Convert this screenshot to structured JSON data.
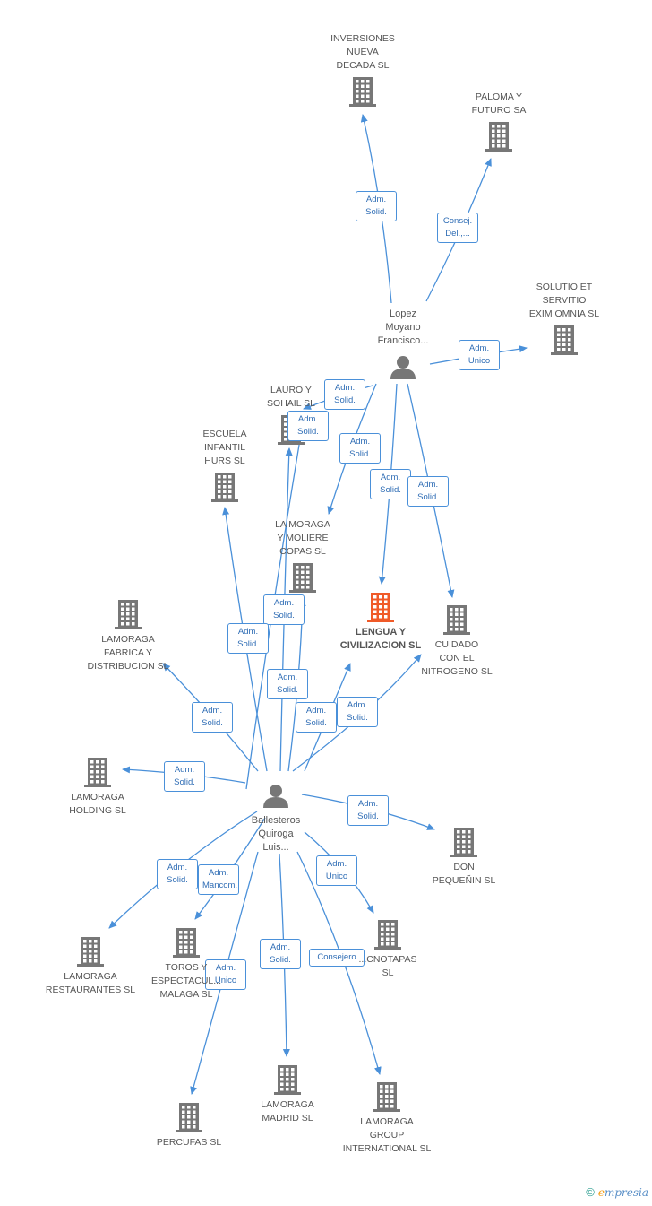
{
  "colors": {
    "edge": "#4a90d9",
    "building": "#777777",
    "main_building": "#f05a28",
    "person": "#777777"
  },
  "persons": [
    {
      "id": "lopez",
      "label": [
        "Lopez",
        "Moyano",
        "Francisco..."
      ]
    },
    {
      "id": "ballesteros",
      "label": [
        "Ballesteros",
        "Quiroga",
        "Luis..."
      ]
    }
  ],
  "companies": [
    {
      "id": "inversiones",
      "label": [
        "INVERSIONES",
        "NUEVA",
        "DECADA SL"
      ]
    },
    {
      "id": "paloma",
      "label": [
        "PALOMA Y",
        "FUTURO SA"
      ]
    },
    {
      "id": "solutio",
      "label": [
        "SOLUTIO ET",
        "SERVITIO",
        "EXIM OMNIA  SL"
      ]
    },
    {
      "id": "lauro",
      "label": [
        "LAURO Y",
        "SOHAIL SL"
      ]
    },
    {
      "id": "escuela",
      "label": [
        "ESCUELA",
        "INFANTIL",
        "HURS SL"
      ]
    },
    {
      "id": "lamoraga_moliere",
      "label": [
        "LA MORAGA",
        "Y MOLIERE",
        "COPAS SL"
      ]
    },
    {
      "id": "lengua",
      "label": [
        "LENGUA Y",
        "CIVILIZACION SL"
      ],
      "main": true
    },
    {
      "id": "cuidado",
      "label": [
        "CUIDADO",
        "CON EL",
        "NITROGENO SL"
      ]
    },
    {
      "id": "fabrica",
      "label": [
        "LAMORAGA",
        "FABRICA Y",
        "DISTRIBUCION SL"
      ]
    },
    {
      "id": "holding",
      "label": [
        "LAMORAGA",
        "HOLDING SL"
      ]
    },
    {
      "id": "don",
      "label": [
        "DON",
        "PEQUEÑIN SL"
      ]
    },
    {
      "id": "restaurantes",
      "label": [
        "LAMORAGA",
        "RESTAURANTES SL"
      ]
    },
    {
      "id": "toros",
      "label": [
        "TOROS Y",
        "ESPECTACUL...",
        "MALAGA  SL"
      ]
    },
    {
      "id": "cnotapas",
      "label": [
        "...CNOTAPAS",
        "SL"
      ]
    },
    {
      "id": "percufas",
      "label": [
        "PERCUFAS SL"
      ]
    },
    {
      "id": "madrid",
      "label": [
        "LAMORAGA",
        "MADRID SL"
      ]
    },
    {
      "id": "group",
      "label": [
        "LAMORAGA",
        "GROUP",
        "INTERNATIONAL SL"
      ]
    }
  ],
  "edges": [
    {
      "from": "lopez",
      "to": "inversiones",
      "label": [
        "Adm.",
        "Solid."
      ]
    },
    {
      "from": "lopez",
      "to": "paloma",
      "label": [
        "Consej.",
        "Del.,..."
      ]
    },
    {
      "from": "lopez",
      "to": "solutio",
      "label": [
        "Adm.",
        "Unico"
      ]
    },
    {
      "from": "lopez",
      "to": "lauro",
      "label": [
        "Adm.",
        "Solid."
      ]
    },
    {
      "from": "lopez",
      "to": "lamoraga_moliere",
      "label": [
        "Adm.",
        "Solid."
      ]
    },
    {
      "from": "lopez",
      "to": "lengua",
      "label": [
        "Adm.",
        "Solid."
      ]
    },
    {
      "from": "lopez",
      "to": "cuidado",
      "label": [
        "Adm.",
        "Solid."
      ]
    },
    {
      "from": "ballesteros",
      "to": "lauro",
      "label": [
        "Adm.",
        "Solid."
      ]
    },
    {
      "from": "ballesteros",
      "to": "escuela",
      "label": [
        "Adm.",
        "Solid."
      ]
    },
    {
      "from": "ballesteros",
      "to": "lamoraga_moliere",
      "label": [
        "Adm.",
        "Solid."
      ]
    },
    {
      "from": "ballesteros",
      "to": "lengua",
      "label": [
        "Adm.",
        "Solid."
      ]
    },
    {
      "from": "ballesteros",
      "to": "cuidado",
      "label": [
        "Adm.",
        "Solid."
      ]
    },
    {
      "from": "ballesteros",
      "to": "fabrica",
      "label": [
        "Adm.",
        "Solid."
      ]
    },
    {
      "from": "ballesteros",
      "to": "holding",
      "label": [
        "Adm.",
        "Solid."
      ]
    },
    {
      "from": "ballesteros",
      "to": "don",
      "label": [
        "Adm.",
        "Solid."
      ]
    },
    {
      "from": "ballesteros",
      "to": "restaurantes",
      "label": [
        "Adm.",
        "Solid."
      ]
    },
    {
      "from": "ballesteros",
      "to": "toros",
      "label": [
        "Adm.",
        "Mancom."
      ]
    },
    {
      "from": "ballesteros",
      "to": "cnotapas",
      "label": [
        "Adm.",
        "Unico"
      ]
    },
    {
      "from": "ballesteros",
      "to": "percufas",
      "label": [
        "Adm.",
        "Unico"
      ]
    },
    {
      "from": "ballesteros",
      "to": "madrid",
      "label": [
        "Adm.",
        "Solid."
      ]
    },
    {
      "from": "ballesteros",
      "to": "group",
      "label": [
        "Consejero"
      ]
    },
    {
      "from": "ballesteros",
      "to": "lamoraga_moliere",
      "label": [
        "Adm.",
        "Solid."
      ]
    }
  ],
  "footer": {
    "copyright": "©",
    "brand_initial": "e",
    "brand_rest": "mpresia"
  }
}
